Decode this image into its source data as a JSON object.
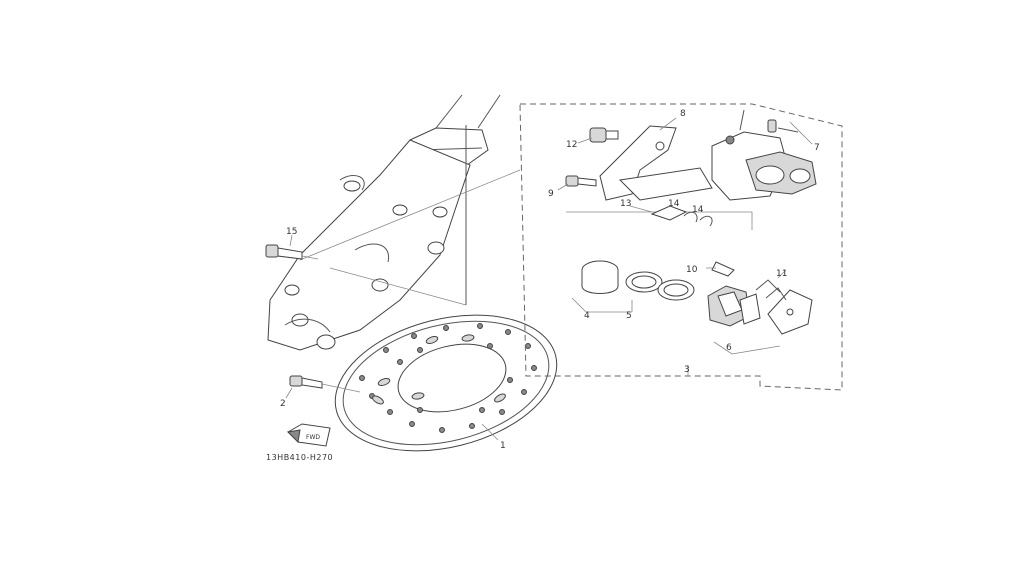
{
  "diagram": {
    "drawing_code": "13HB410-H270",
    "fwd_label": "FWD",
    "callouts": [
      {
        "id": "disc",
        "num": "1"
      },
      {
        "id": "disc-bolt",
        "num": "2"
      },
      {
        "id": "caliper",
        "num": "3"
      },
      {
        "id": "seal-kit",
        "num": "4"
      },
      {
        "id": "piston-seals",
        "num": "5"
      },
      {
        "id": "pad-kit",
        "num": "6"
      },
      {
        "id": "pad-spring",
        "num": "7"
      },
      {
        "id": "bracket",
        "num": "8"
      },
      {
        "id": "pin",
        "num": "9"
      },
      {
        "id": "bleed-screw",
        "num": "10"
      },
      {
        "id": "pad-clip",
        "num": "11"
      },
      {
        "id": "boot",
        "num": "12"
      },
      {
        "id": "pin-boot",
        "num": "13"
      },
      {
        "id": "clip-a",
        "num": "14"
      },
      {
        "id": "clip-b",
        "num": "14"
      },
      {
        "id": "caliper-bolt",
        "num": "15"
      }
    ]
  }
}
